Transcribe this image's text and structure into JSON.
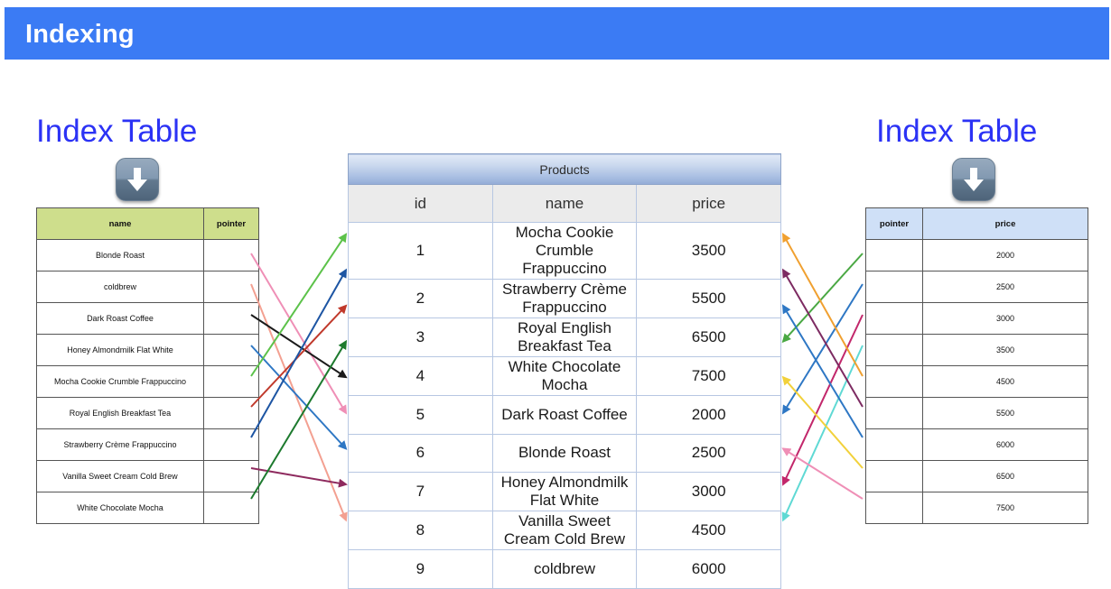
{
  "header": {
    "title": "Indexing",
    "background_color": "#3b7bf4",
    "text_color": "#ffffff"
  },
  "left_panel": {
    "caption": "Index Table",
    "caption_color": "#2b32f5",
    "icon": "down-arrow-button-icon",
    "header_color": "#cede8c",
    "columns": [
      "name",
      "pointer"
    ],
    "rows": [
      {
        "name": "Blonde Roast",
        "pointer": ""
      },
      {
        "name": "coldbrew",
        "pointer": ""
      },
      {
        "name": "Dark Roast Coffee",
        "pointer": ""
      },
      {
        "name": "Honey Almondmilk Flat White",
        "pointer": ""
      },
      {
        "name": "Mocha Cookie Crumble Frappuccino",
        "pointer": ""
      },
      {
        "name": "Royal English Breakfast Tea",
        "pointer": ""
      },
      {
        "name": "Strawberry Crème Frappuccino",
        "pointer": ""
      },
      {
        "name": "Vanilla Sweet Cream Cold Brew",
        "pointer": ""
      },
      {
        "name": "White Chocolate Mocha",
        "pointer": ""
      }
    ]
  },
  "right_panel": {
    "caption": "Index Table",
    "caption_color": "#2b32f5",
    "icon": "down-arrow-button-icon",
    "header_color": "#cfe0f7",
    "columns": [
      "pointer",
      "price"
    ],
    "rows": [
      {
        "pointer": "",
        "price": "2000"
      },
      {
        "pointer": "",
        "price": "2500"
      },
      {
        "pointer": "",
        "price": "3000"
      },
      {
        "pointer": "",
        "price": "3500"
      },
      {
        "pointer": "",
        "price": "4500"
      },
      {
        "pointer": "",
        "price": "5500"
      },
      {
        "pointer": "",
        "price": "6000"
      },
      {
        "pointer": "",
        "price": "6500"
      },
      {
        "pointer": "",
        "price": "7500"
      }
    ]
  },
  "products": {
    "title": "Products",
    "columns": [
      "id",
      "name",
      "price"
    ],
    "rows": [
      {
        "id": "1",
        "name": "Mocha Cookie Crumble Frappuccino",
        "price": "3500"
      },
      {
        "id": "2",
        "name": "Strawberry Crème Frappuccino",
        "price": "5500"
      },
      {
        "id": "3",
        "name": "Royal English Breakfast Tea",
        "price": "6500"
      },
      {
        "id": "4",
        "name": "White Chocolate Mocha",
        "price": "7500"
      },
      {
        "id": "5",
        "name": "Dark Roast Coffee",
        "price": "2000"
      },
      {
        "id": "6",
        "name": "Blonde Roast",
        "price": "2500"
      },
      {
        "id": "7",
        "name": "Honey Almondmilk Flat White",
        "price": "3000"
      },
      {
        "id": "8",
        "name": "Vanilla Sweet Cream Cold Brew",
        "price": "4500"
      },
      {
        "id": "9",
        "name": "coldbrew",
        "price": "6000"
      }
    ]
  },
  "left_links": [
    {
      "from_row": 1,
      "to_row": 6,
      "color": "#ef8fb6"
    },
    {
      "from_row": 2,
      "to_row": 9,
      "color": "#f3a091"
    },
    {
      "from_row": 3,
      "to_row": 5,
      "color": "#1a1a1a"
    },
    {
      "from_row": 4,
      "to_row": 7,
      "color": "#2e77c4"
    },
    {
      "from_row": 5,
      "to_row": 1,
      "color": "#5cc24a"
    },
    {
      "from_row": 6,
      "to_row": 3,
      "color": "#c0392b"
    },
    {
      "from_row": 7,
      "to_row": 2,
      "color": "#1d55a3"
    },
    {
      "from_row": 8,
      "to_row": 8,
      "color": "#8e2a5e"
    },
    {
      "from_row": 9,
      "to_row": 4,
      "color": "#1d7a2e"
    }
  ],
  "right_links": [
    {
      "from_row": 1,
      "to_row": 4,
      "color": "#4aa843"
    },
    {
      "from_row": 2,
      "to_row": 6,
      "color": "#2e77c4"
    },
    {
      "from_row": 3,
      "to_row": 8,
      "color": "#c2276b"
    },
    {
      "from_row": 4,
      "to_row": 9,
      "color": "#5fd9d4"
    },
    {
      "from_row": 5,
      "to_row": 1,
      "color": "#f0a030"
    },
    {
      "from_row": 6,
      "to_row": 2,
      "color": "#7d2b62"
    },
    {
      "from_row": 7,
      "to_row": 3,
      "color": "#2e77c4"
    },
    {
      "from_row": 8,
      "to_row": 5,
      "color": "#f2d13b"
    },
    {
      "from_row": 9,
      "to_row": 7,
      "color": "#ef8fb6"
    }
  ]
}
